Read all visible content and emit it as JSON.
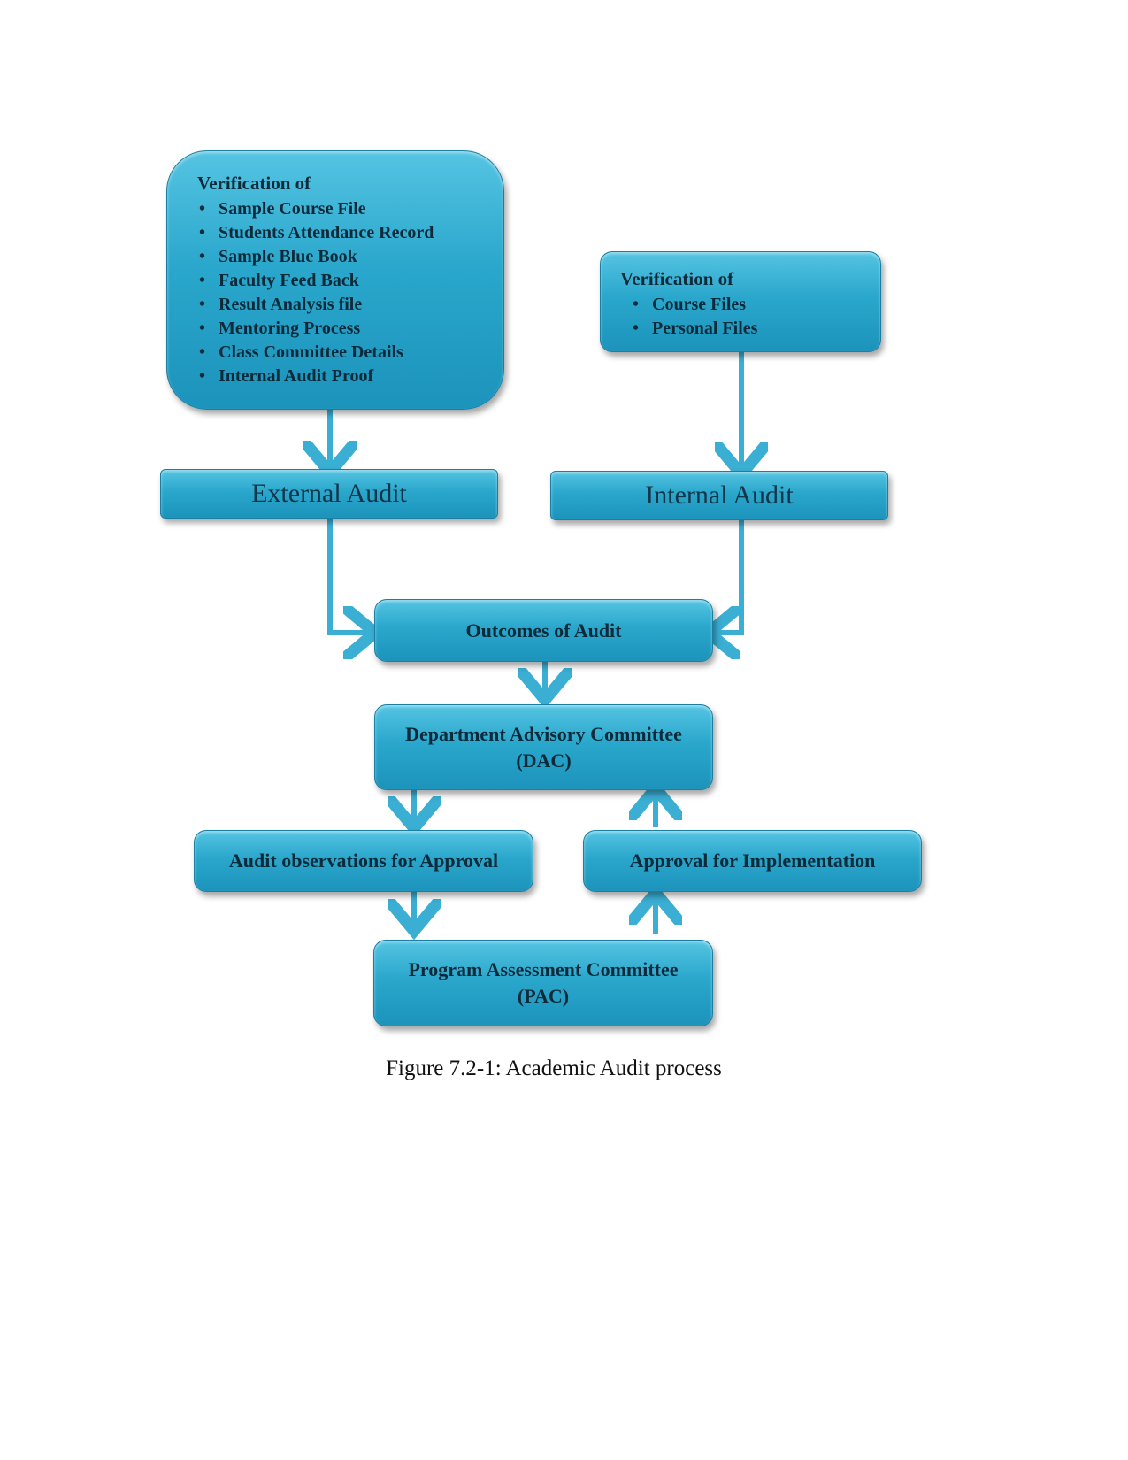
{
  "left_verification": {
    "title": "Verification of",
    "items": [
      "Sample Course File",
      "Students Attendance Record",
      "Sample Blue Book",
      "Faculty Feed Back",
      "Result Analysis file",
      "Mentoring Process",
      "Class Committee Details",
      "Internal Audit Proof"
    ]
  },
  "right_verification": {
    "title": "Verification of",
    "items": [
      "Course Files",
      "Personal Files"
    ]
  },
  "nodes": {
    "external_audit": "External Audit",
    "internal_audit": "Internal Audit",
    "outcomes": "Outcomes of Audit",
    "dac_line1": "Department Advisory Committee",
    "dac_line2": "(DAC)",
    "audit_observations": "Audit observations for Approval",
    "approval_implementation": "Approval for Implementation",
    "pac_line1": "Program Assessment Committee",
    "pac_line2": "(PAC)"
  },
  "caption": "Figure 7.2-1: Academic Audit process",
  "colors": {
    "box": "#2aa7cc",
    "arrow": "#3aaed3"
  }
}
